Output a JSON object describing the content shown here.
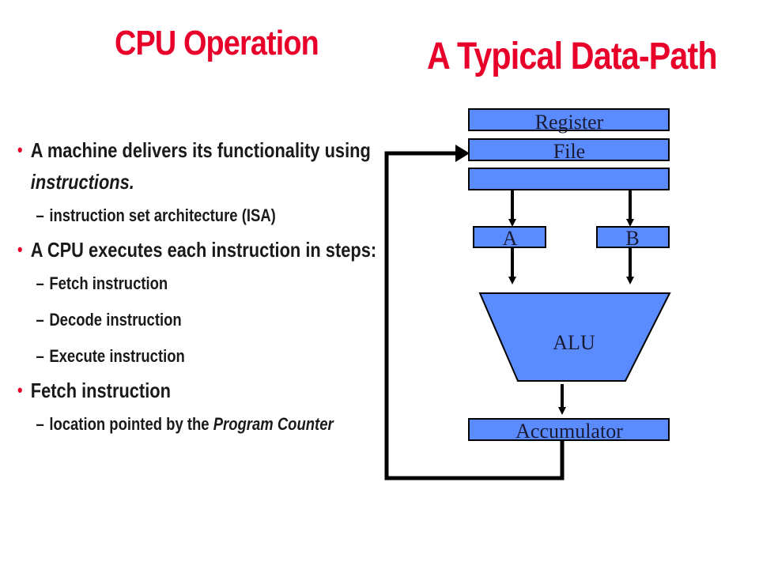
{
  "titles": {
    "left": "CPU Operation",
    "right": "A Typical Data-Path"
  },
  "bullets": {
    "b1_text": "A machine delivers its functionality using",
    "b1_cont": "instructions.",
    "b1_sub1": "instruction set architecture (ISA)",
    "b2_text": "A CPU executes each instruction in steps:",
    "b2_sub1": "Fetch instruction",
    "b2_sub2": "Decode instruction",
    "b2_sub3": "Execute instruction",
    "b3_text": "Fetch instruction",
    "b3_sub1_prefix": "location pointed by the ",
    "b3_sub1_italic": "Program Counter"
  },
  "markers": {
    "bullet": "•",
    "dash": "–"
  },
  "diagram": {
    "register_label": "Register",
    "file_label": "File",
    "reg_a_label": "A",
    "reg_b_label": "B",
    "alu_label": "ALU",
    "accumulator_label": "Accumulator",
    "block_color": "#5b8cff",
    "stroke_color": "#000000"
  }
}
